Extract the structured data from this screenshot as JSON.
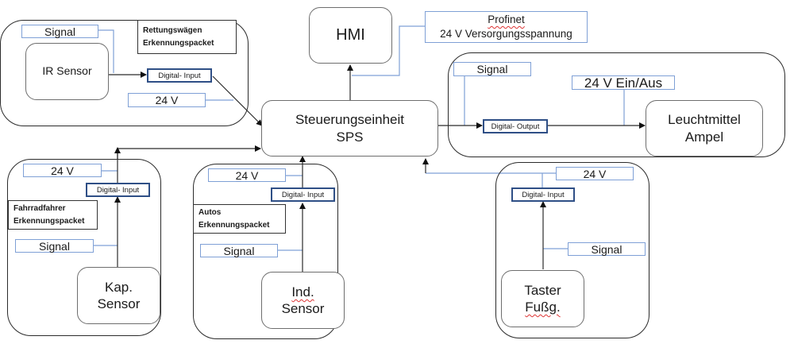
{
  "central": {
    "hmi": "HMI",
    "sps_line1": "Steuerungseinheit",
    "sps_line2": "SPS",
    "profinet_line1": "Profinet",
    "profinet_line2": "24 V Versorgungsspannung"
  },
  "rettung": {
    "title_line1": "Rettungswägen",
    "title_line2": "Erkennungspacket",
    "signal": "Signal",
    "sensor": "IR Sensor",
    "io": "Digital- Input",
    "power": "24 V"
  },
  "ampel": {
    "signal": "Signal",
    "power": "24 V Ein/Aus",
    "io": "Digital- Output",
    "lamp_line1": "Leuchtmittel",
    "lamp_line2": "Ampel"
  },
  "fahrrad": {
    "title_line1": "Fahrradfahrer",
    "title_line2": "Erkennungspacket",
    "power": "24 V",
    "io": "Digital- Input",
    "signal": "Signal",
    "sensor_line1": "Kap.",
    "sensor_line2": "Sensor"
  },
  "autos": {
    "title_line1": "Autos",
    "title_line2": "Erkennungspacket",
    "power": "24 V",
    "io": "Digital- Input",
    "signal": "Signal",
    "sensor_line1": "Ind.",
    "sensor_line2": "Sensor"
  },
  "taster": {
    "power": "24 V",
    "io": "Digital- Input",
    "signal": "Signal",
    "sensor_line1": "Taster",
    "sensor_line2": "Fußg."
  },
  "colors": {
    "connector_black": "#2b2b2b",
    "connector_blue": "#7fa0d6",
    "io_border": "#2f4f86"
  }
}
